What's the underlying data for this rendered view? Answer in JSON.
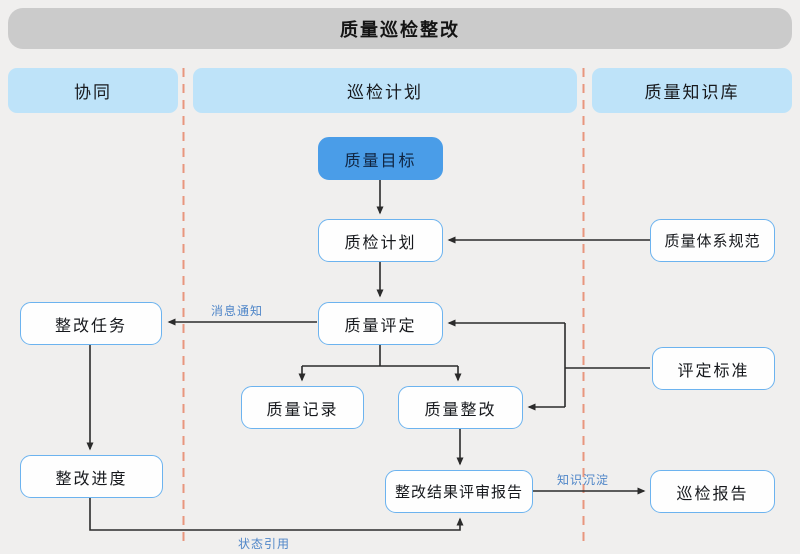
{
  "title": "质量巡检整改",
  "lanes": {
    "left": {
      "label": "协同"
    },
    "center": {
      "label": "巡检计划"
    },
    "right": {
      "label": "质量知识库"
    }
  },
  "nodes": {
    "quality_goal": {
      "label": "质量目标"
    },
    "inspection_plan": {
      "label": "质检计划"
    },
    "quality_assessment": {
      "label": "质量评定"
    },
    "quality_record": {
      "label": "质量记录"
    },
    "quality_rectification": {
      "label": "质量整改"
    },
    "rectification_review_report": {
      "label": "整改结果评审报告"
    },
    "rectification_task": {
      "label": "整改任务"
    },
    "rectification_progress": {
      "label": "整改进度"
    },
    "quality_system_spec": {
      "label": "质量体系规范"
    },
    "assessment_standard": {
      "label": "评定标准"
    },
    "inspection_report": {
      "label": "巡检报告"
    }
  },
  "edge_labels": {
    "message_notification": "消息通知",
    "knowledge_deposition": "知识沉淀",
    "status_reference": "状态引用"
  },
  "colors": {
    "accent_blue": "#4a9de8",
    "node_border": "#6cb3ef",
    "lane_header_bg": "#bee3f9",
    "title_bg": "#cbcbcb",
    "lane_divider": "#e8967d",
    "edge_label": "#4f86c8",
    "arrow": "#2b2b2b",
    "background": "#f0efee"
  }
}
